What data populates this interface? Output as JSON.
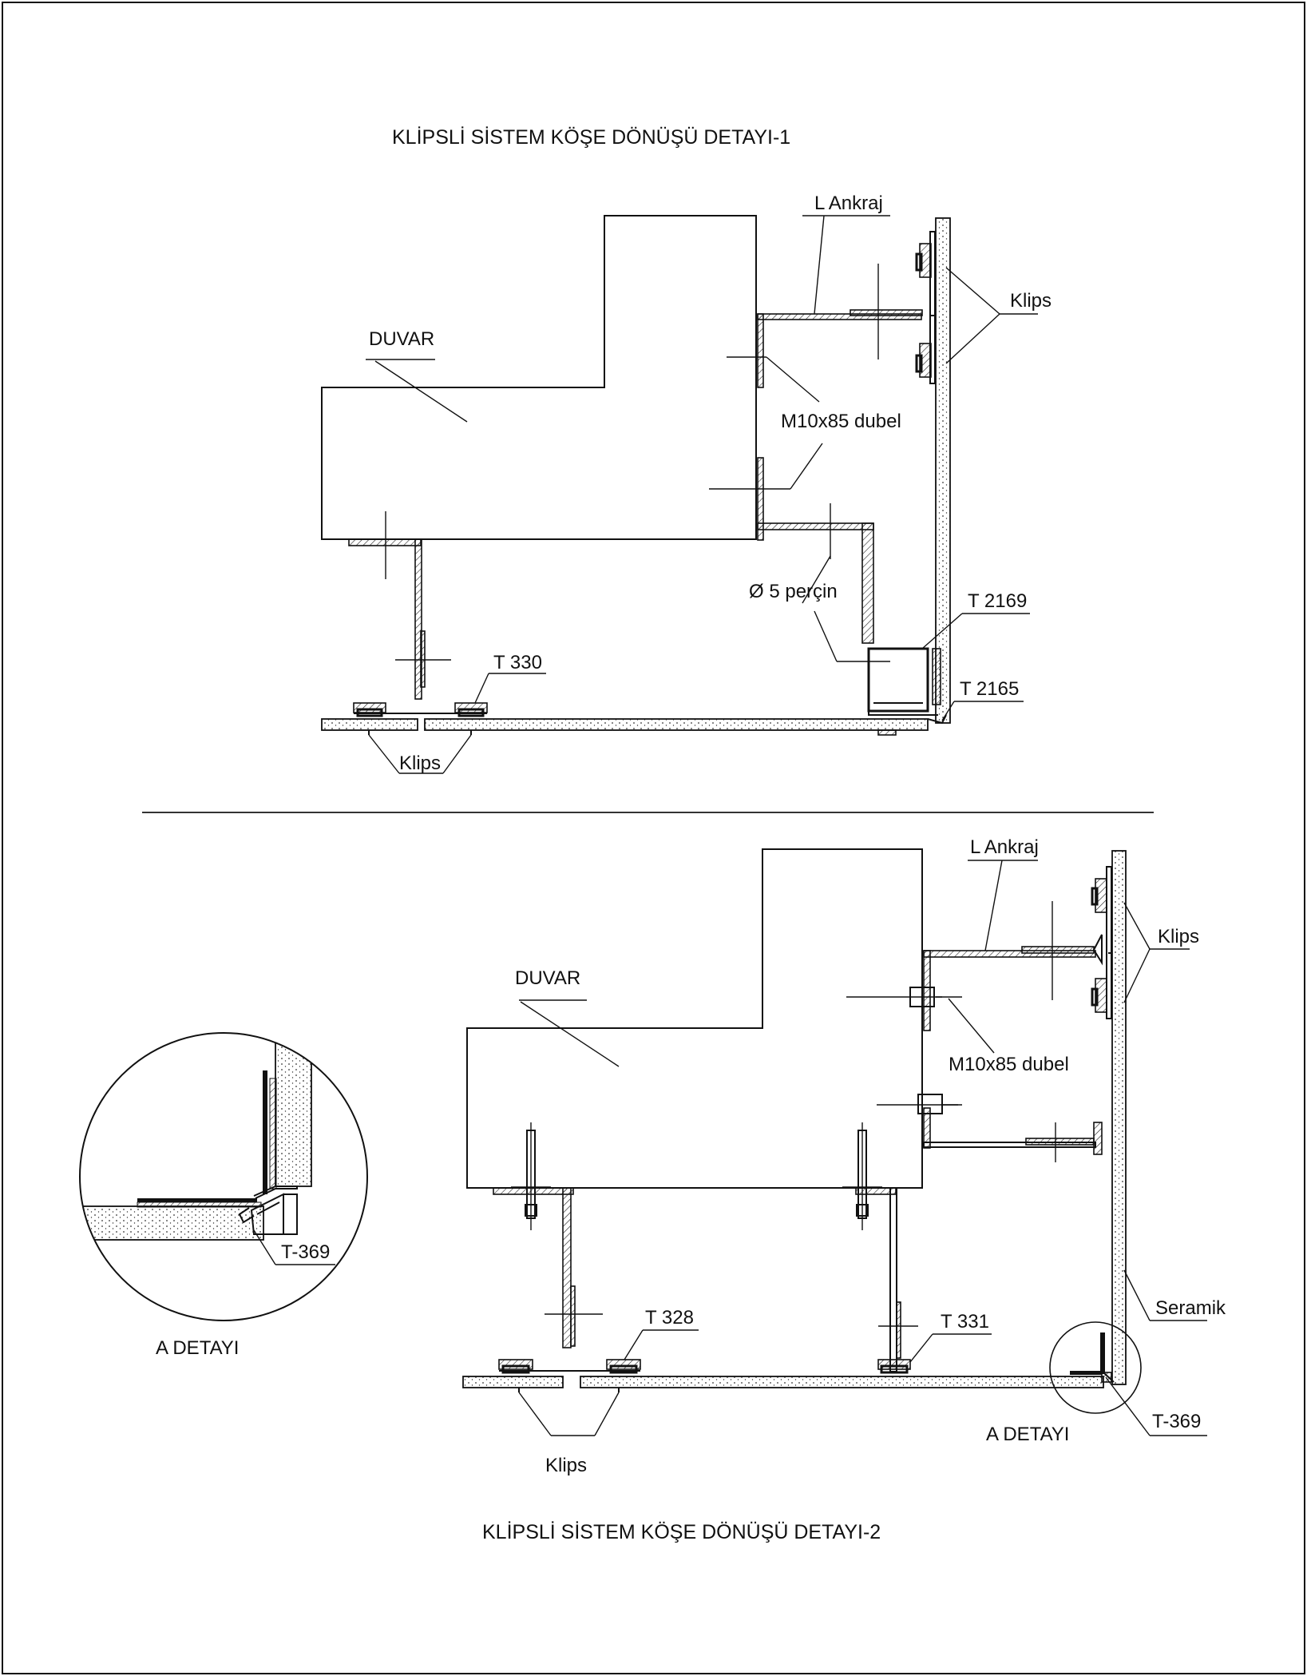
{
  "detail1": {
    "title": "KLİPSLİ SİSTEM KÖŞE  DÖNÜŞÜ DETAYI-1",
    "labels": {
      "duvar": "DUVAR",
      "l_ankraj": "L Ankraj",
      "klips_right": "Klips",
      "dubel": "M10x85 dubel",
      "percin": "Ø 5 perçin",
      "t2169": "T 2169",
      "t2165": "T 2165",
      "t330": "T 330",
      "klips_bottom": "Klips"
    }
  },
  "detail2": {
    "title": "KLİPSLİ SİSTEM KÖŞE  DÖNÜŞÜ DETAYI-2",
    "labels": {
      "duvar": "DUVAR",
      "l_ankraj": "L Ankraj",
      "klips_right": "Klips",
      "dubel": "M10x85 dubel",
      "seramik": "Seramik",
      "t328": "T 328",
      "t331": "T 331",
      "a_detayi": "A DETAYI",
      "t369": "T-369",
      "klips_bottom": "Klips"
    }
  },
  "detail_a": {
    "title": "A DETAYI",
    "t369": "T-369"
  }
}
